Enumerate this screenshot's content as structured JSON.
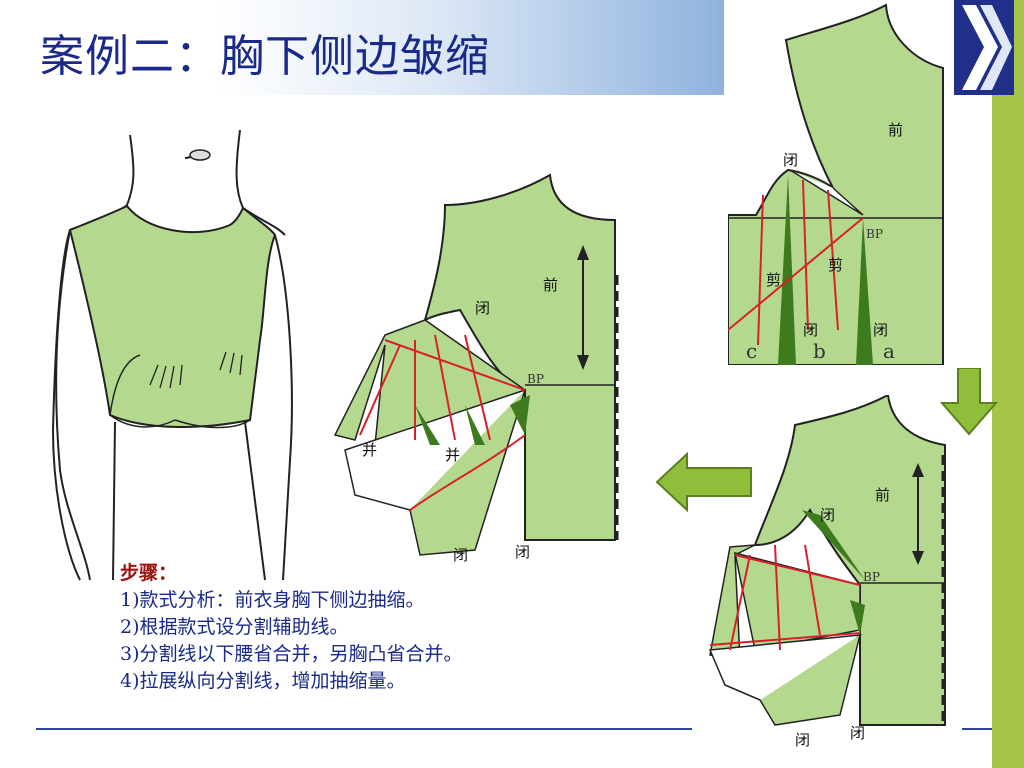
{
  "slide": {
    "title": "案例二：胸下侧边皱缩",
    "steps_heading": "步骤：",
    "steps": [
      "1)款式分析：前衣身胸下侧边抽缩。",
      "2)根据款式设分割辅助线。",
      "3)分割线以下腰省合并，另胸凸省合并。",
      "4)拉展纵向分割线，增加抽缩量。"
    ]
  },
  "diagrams": {
    "top_right": {
      "front": "前",
      "close1": "闭",
      "close2": "闭",
      "close3": "闭",
      "cut1": "剪",
      "cut2": "剪",
      "bp": "BP",
      "a": "a",
      "b": "b",
      "c": "c"
    },
    "bottom_right": {
      "front": "前",
      "close1": "闭",
      "close2": "闭",
      "close3": "闭",
      "bp": "BP"
    },
    "middle": {
      "front": "前",
      "close1": "闭",
      "close2": "闭",
      "close3": "闭",
      "merge1": "并",
      "merge2": "并",
      "bp": "BP"
    }
  },
  "colors": {
    "title": "#1a2a8a",
    "fabric": "#b5d88f",
    "dart_dark": "#3e7a1e",
    "red_line": "#d8202a",
    "accent_strip": "#a7c44a",
    "arrow_green": "#8fbf3a"
  }
}
